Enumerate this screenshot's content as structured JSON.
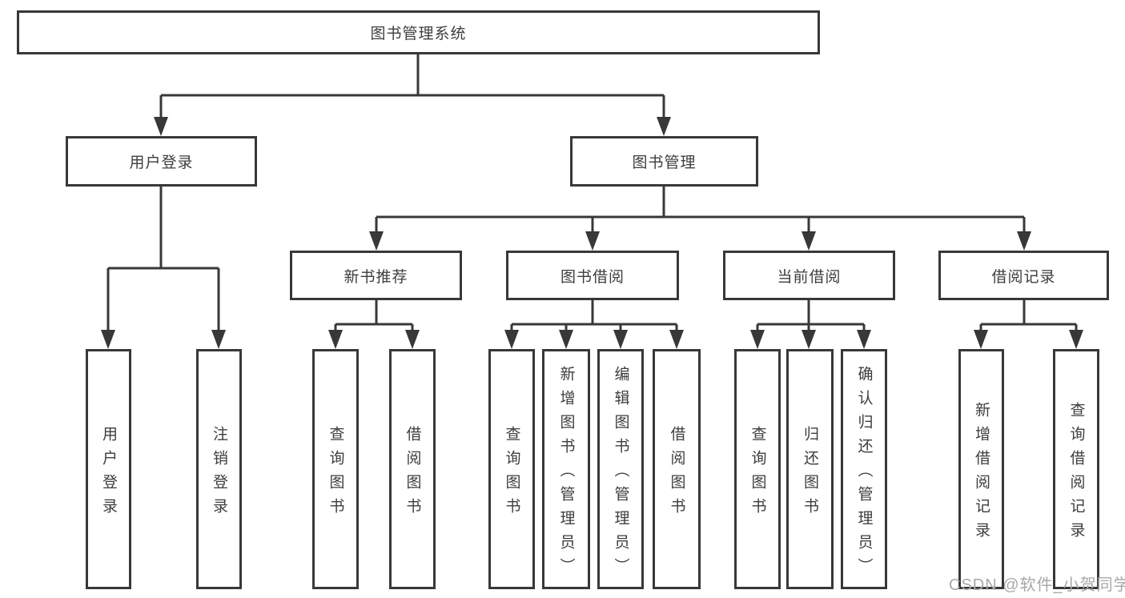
{
  "title_node": {
    "label": "图书管理系统"
  },
  "level2": [
    {
      "label": "用户登录",
      "parent": "图书管理系统"
    },
    {
      "label": "图书管理",
      "parent": "图书管理系统"
    }
  ],
  "level3": [
    {
      "label": "新书推荐",
      "parent": "图书管理"
    },
    {
      "label": "图书借阅",
      "parent": "图书管理"
    },
    {
      "label": "当前借阅",
      "parent": "图书管理"
    },
    {
      "label": "借阅记录",
      "parent": "图书管理"
    }
  ],
  "leaves": [
    {
      "label": "用户登录",
      "parent": "用户登录"
    },
    {
      "label": "注销登录",
      "parent": "用户登录"
    },
    {
      "label": "查询图书",
      "parent": "新书推荐"
    },
    {
      "label": "借阅图书",
      "parent": "新书推荐"
    },
    {
      "label": "查询图书",
      "parent": "图书借阅"
    },
    {
      "label": "新增图书（管理员）",
      "parent": "图书借阅"
    },
    {
      "label": "编辑图书（管理员）",
      "parent": "图书借阅"
    },
    {
      "label": "借阅图书",
      "parent": "图书借阅"
    },
    {
      "label": "查询图书",
      "parent": "当前借阅"
    },
    {
      "label": "归还图书",
      "parent": "当前借阅"
    },
    {
      "label": "确认归还（管理员）",
      "parent": "当前借阅"
    },
    {
      "label": "新增借阅记录",
      "parent": "借阅记录"
    },
    {
      "label": "查询借阅记录",
      "parent": "借阅记录"
    }
  ],
  "watermark": {
    "text": "CSDN @软件_小贺同学"
  },
  "colors": {
    "line": "#383838",
    "text": "#3d3d3d",
    "watermark": "#a8a8a8",
    "background": "#ffffff"
  }
}
